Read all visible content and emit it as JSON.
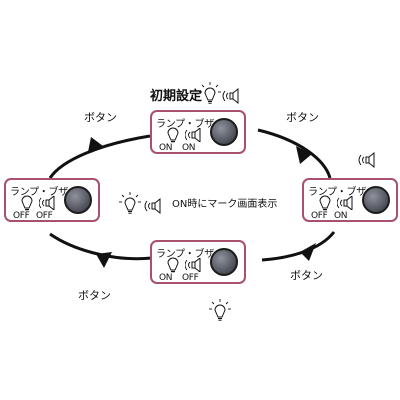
{
  "initial_label": "初期設定",
  "button_label": "ボタン",
  "legend_text": "ON時にマーク画面表示",
  "states": [
    {
      "title": "ランプ・ブザー",
      "lamp": "ON",
      "buzzer": "ON"
    },
    {
      "title": "ランプ・ブザー",
      "lamp": "OFF",
      "buzzer": "ON"
    },
    {
      "title": "ランプ・ブザー",
      "lamp": "ON",
      "buzzer": "OFF"
    },
    {
      "title": "ランプ・ブザー",
      "lamp": "OFF",
      "buzzer": "OFF"
    }
  ],
  "colors": {
    "box_border": "#a8506c",
    "arrow": "#111111"
  }
}
